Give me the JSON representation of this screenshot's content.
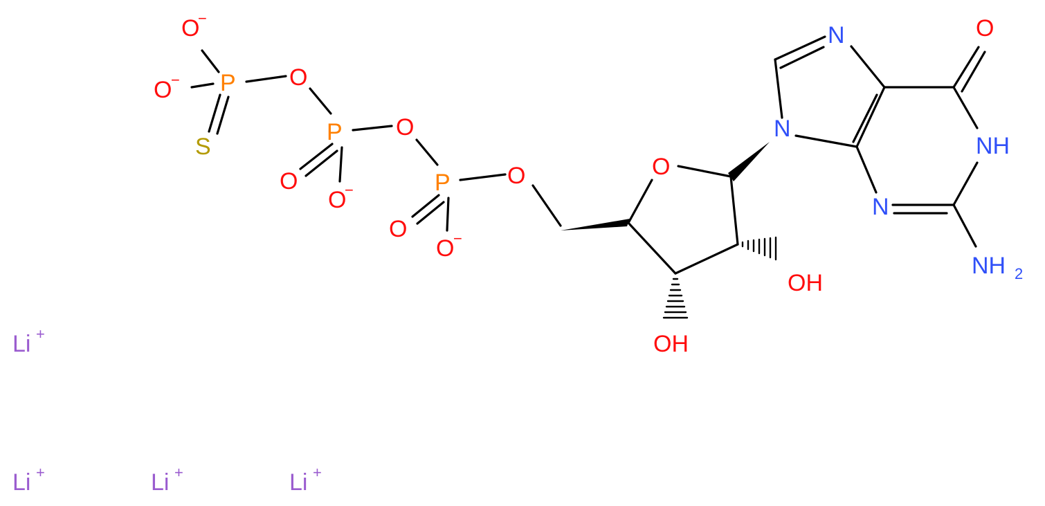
{
  "colors": {
    "oxygen": "#ff0d0d",
    "phosphorus": "#ff8000",
    "sulfur": "#b39a00",
    "nitrogen": "#3050f8",
    "lithium": "#9a5ccf",
    "bond": "#000000"
  },
  "atoms": {
    "o_top": "O",
    "o_top_charge": "−",
    "o_left": "O",
    "o_left_charge": "−",
    "p1": "P",
    "o_b1": "O",
    "s": "S",
    "p2": "P",
    "o_b2": "O",
    "o_p2_dbl": "O",
    "o_p2_neg": "O",
    "o_p2_neg_charge": "−",
    "p3": "P",
    "o_b3": "O",
    "o_p3_dbl": "O",
    "o_p3_neg": "O",
    "o_p3_neg_charge": "−",
    "o_ring": "O",
    "oh_right": "OH",
    "oh_bottom": "OH",
    "n9": "N",
    "n7": "N",
    "o6": "O",
    "n1h": "NH",
    "n3": "N",
    "nh2": "NH",
    "nh2_sub": "2"
  },
  "ions": [
    {
      "label": "Li",
      "charge": "+"
    },
    {
      "label": "Li",
      "charge": "+"
    },
    {
      "label": "Li",
      "charge": "+"
    },
    {
      "label": "Li",
      "charge": "+"
    }
  ]
}
